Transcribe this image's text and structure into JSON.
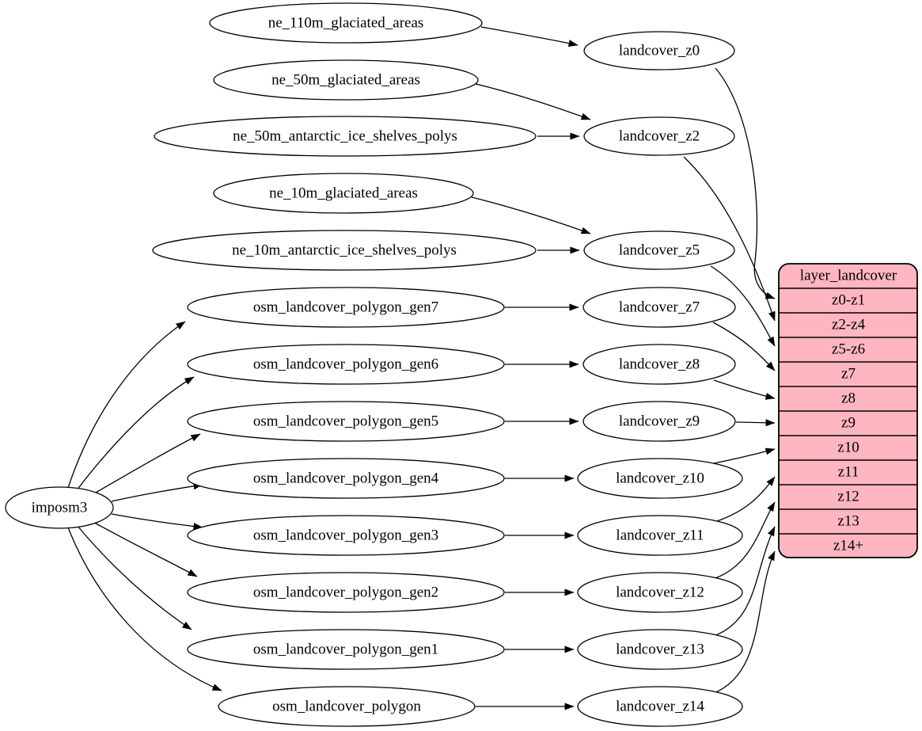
{
  "diagram": {
    "root": "imposm3",
    "natural_earth_sources": [
      "ne_110m_glaciated_areas",
      "ne_50m_glaciated_areas",
      "ne_50m_antarctic_ice_shelves_polys",
      "ne_10m_glaciated_areas",
      "ne_10m_antarctic_ice_shelves_polys"
    ],
    "osm_tables": [
      "osm_landcover_polygon_gen7",
      "osm_landcover_polygon_gen6",
      "osm_landcover_polygon_gen5",
      "osm_landcover_polygon_gen4",
      "osm_landcover_polygon_gen3",
      "osm_landcover_polygon_gen2",
      "osm_landcover_polygon_gen1",
      "osm_landcover_polygon"
    ],
    "landcover_views": [
      "landcover_z0",
      "landcover_z2",
      "landcover_z5",
      "landcover_z7",
      "landcover_z8",
      "landcover_z9",
      "landcover_z10",
      "landcover_z11",
      "landcover_z12",
      "landcover_z13",
      "landcover_z14"
    ],
    "layer_table": {
      "title": "layer_landcover",
      "rows": [
        "z0-z1",
        "z2-z4",
        "z5-z6",
        "z7",
        "z8",
        "z9",
        "z10",
        "z11",
        "z12",
        "z13",
        "z14+"
      ],
      "fill_color": "#ffb6c1",
      "border_color": "#000000"
    },
    "edges": [
      {
        "from": "imposm3",
        "to": "osm_landcover_polygon_gen7"
      },
      {
        "from": "imposm3",
        "to": "osm_landcover_polygon_gen6"
      },
      {
        "from": "imposm3",
        "to": "osm_landcover_polygon_gen5"
      },
      {
        "from": "imposm3",
        "to": "osm_landcover_polygon_gen4"
      },
      {
        "from": "imposm3",
        "to": "osm_landcover_polygon_gen3"
      },
      {
        "from": "imposm3",
        "to": "osm_landcover_polygon_gen2"
      },
      {
        "from": "imposm3",
        "to": "osm_landcover_polygon_gen1"
      },
      {
        "from": "imposm3",
        "to": "osm_landcover_polygon"
      },
      {
        "from": "ne_110m_glaciated_areas",
        "to": "landcover_z0"
      },
      {
        "from": "ne_50m_glaciated_areas",
        "to": "landcover_z2"
      },
      {
        "from": "ne_50m_antarctic_ice_shelves_polys",
        "to": "landcover_z2"
      },
      {
        "from": "ne_10m_glaciated_areas",
        "to": "landcover_z5"
      },
      {
        "from": "ne_10m_antarctic_ice_shelves_polys",
        "to": "landcover_z5"
      },
      {
        "from": "osm_landcover_polygon_gen7",
        "to": "landcover_z7"
      },
      {
        "from": "osm_landcover_polygon_gen6",
        "to": "landcover_z8"
      },
      {
        "from": "osm_landcover_polygon_gen5",
        "to": "landcover_z9"
      },
      {
        "from": "osm_landcover_polygon_gen4",
        "to": "landcover_z10"
      },
      {
        "from": "osm_landcover_polygon_gen3",
        "to": "landcover_z11"
      },
      {
        "from": "osm_landcover_polygon_gen2",
        "to": "landcover_z12"
      },
      {
        "from": "osm_landcover_polygon_gen1",
        "to": "landcover_z13"
      },
      {
        "from": "osm_landcover_polygon",
        "to": "landcover_z14"
      },
      {
        "from": "landcover_z0",
        "to": "layer_landcover:z0-z1"
      },
      {
        "from": "landcover_z2",
        "to": "layer_landcover:z2-z4"
      },
      {
        "from": "landcover_z5",
        "to": "layer_landcover:z5-z6"
      },
      {
        "from": "landcover_z7",
        "to": "layer_landcover:z7"
      },
      {
        "from": "landcover_z8",
        "to": "layer_landcover:z8"
      },
      {
        "from": "landcover_z9",
        "to": "layer_landcover:z9"
      },
      {
        "from": "landcover_z10",
        "to": "layer_landcover:z10"
      },
      {
        "from": "landcover_z11",
        "to": "layer_landcover:z11"
      },
      {
        "from": "landcover_z12",
        "to": "layer_landcover:z12"
      },
      {
        "from": "landcover_z13",
        "to": "layer_landcover:z13"
      },
      {
        "from": "landcover_z14",
        "to": "layer_landcover:z14+"
      }
    ]
  }
}
